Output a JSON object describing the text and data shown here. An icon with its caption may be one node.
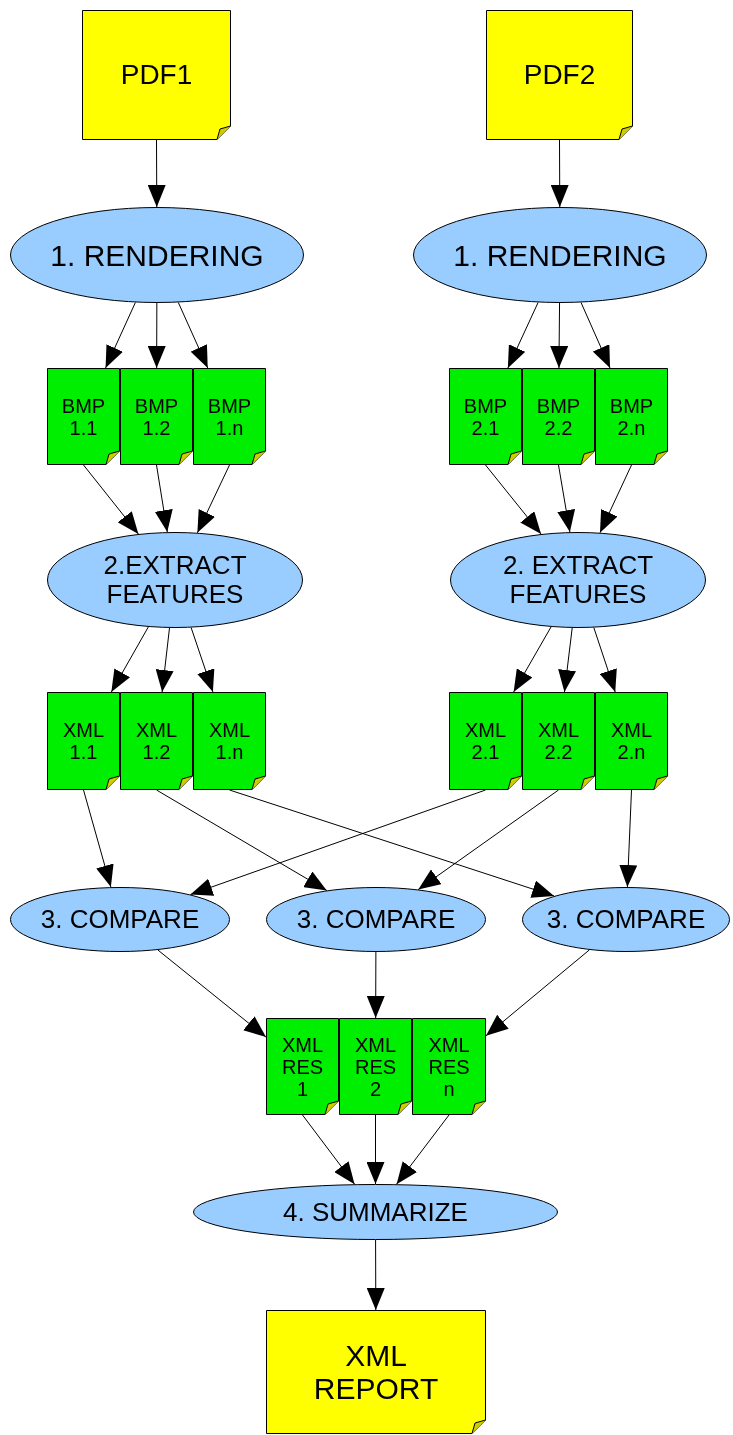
{
  "diagram": {
    "nodes": [
      {
        "text": [
          "PDF1"
        ]
      },
      {
        "text": [
          "PDF2"
        ]
      },
      {
        "text": [
          "1. RENDERING"
        ]
      },
      {
        "text": [
          "1. RENDERING"
        ]
      },
      {
        "text": [
          "BMP 1.1"
        ]
      },
      {
        "text": [
          "BMP 1.2"
        ]
      },
      {
        "text": [
          "BMP 1.n"
        ]
      },
      {
        "text": [
          "BMP 2.1"
        ]
      },
      {
        "text": [
          "BMP 2.2"
        ]
      },
      {
        "text": [
          "BMP 2.n"
        ]
      },
      {
        "text": [
          "2.EXTRACT FEATURES"
        ]
      },
      {
        "text": [
          "2. EXTRACT FEATURES"
        ]
      },
      {
        "text": [
          "XML 1.1"
        ]
      },
      {
        "text": [
          "XML 1.2"
        ]
      },
      {
        "text": [
          "XML 1.n"
        ]
      },
      {
        "text": [
          "XML 2.1"
        ]
      },
      {
        "text": [
          "XML 2.2"
        ]
      },
      {
        "text": [
          "XML 2.n"
        ]
      },
      {
        "text": [
          "3. COMPARE"
        ]
      },
      {
        "text": [
          "3. COMPARE"
        ]
      },
      {
        "text": [
          "3. COMPARE"
        ]
      },
      {
        "text": [
          "XML RES 1"
        ]
      },
      {
        "text": [
          "XML RES 2"
        ]
      },
      {
        "text": [
          "XML RES n"
        ]
      },
      {
        "text": [
          "4. SUMMARIZE"
        ]
      },
      {
        "text": [
          "XML REPORT"
        ]
      }
    ],
    "edges": [
      {
        "from": 0,
        "to": 2,
        "arrow": "to"
      },
      {
        "from": 1,
        "to": 3,
        "arrow": "to"
      },
      {
        "from": 2,
        "to": 4,
        "arrow": "to"
      },
      {
        "from": 2,
        "to": 5,
        "arrow": "to"
      },
      {
        "from": 2,
        "to": 6,
        "arrow": "to"
      },
      {
        "from": 3,
        "to": 7,
        "arrow": "to"
      },
      {
        "from": 3,
        "to": 8,
        "arrow": "to"
      },
      {
        "from": 3,
        "to": 9,
        "arrow": "to"
      },
      {
        "from": 4,
        "to": 10,
        "arrow": "to"
      },
      {
        "from": 5,
        "to": 10,
        "arrow": "to"
      },
      {
        "from": 6,
        "to": 10,
        "arrow": "to"
      },
      {
        "from": 7,
        "to": 11,
        "arrow": "to"
      },
      {
        "from": 8,
        "to": 11,
        "arrow": "to"
      },
      {
        "from": 9,
        "to": 11,
        "arrow": "to"
      },
      {
        "from": 10,
        "to": 12,
        "arrow": "to"
      },
      {
        "from": 10,
        "to": 13,
        "arrow": "to"
      },
      {
        "from": 10,
        "to": 14,
        "arrow": "to"
      },
      {
        "from": 11,
        "to": 15,
        "arrow": "to"
      },
      {
        "from": 11,
        "to": 16,
        "arrow": "to"
      },
      {
        "from": 11,
        "to": 17,
        "arrow": "to"
      },
      {
        "from": 12,
        "to": 18,
        "arrow": "to"
      },
      {
        "from": 15,
        "to": 18,
        "arrow": "to"
      },
      {
        "from": 13,
        "to": 19,
        "arrow": "to"
      },
      {
        "from": 16,
        "to": 19,
        "arrow": "to"
      },
      {
        "from": 14,
        "to": 20,
        "arrow": "to"
      },
      {
        "from": 17,
        "to": 20,
        "arrow": "to"
      },
      {
        "from": 18,
        "to": 21,
        "arrow": "to"
      },
      {
        "from": 19,
        "to": 22,
        "arrow": "to"
      },
      {
        "from": 20,
        "to": 23,
        "arrow": "to"
      },
      {
        "from": 21,
        "to": 24,
        "arrow": "to"
      },
      {
        "from": 22,
        "to": 24,
        "arrow": "to"
      },
      {
        "from": 23,
        "to": 24,
        "arrow": "to"
      },
      {
        "from": 24,
        "to": 25,
        "arrow": "to"
      }
    ]
  }
}
